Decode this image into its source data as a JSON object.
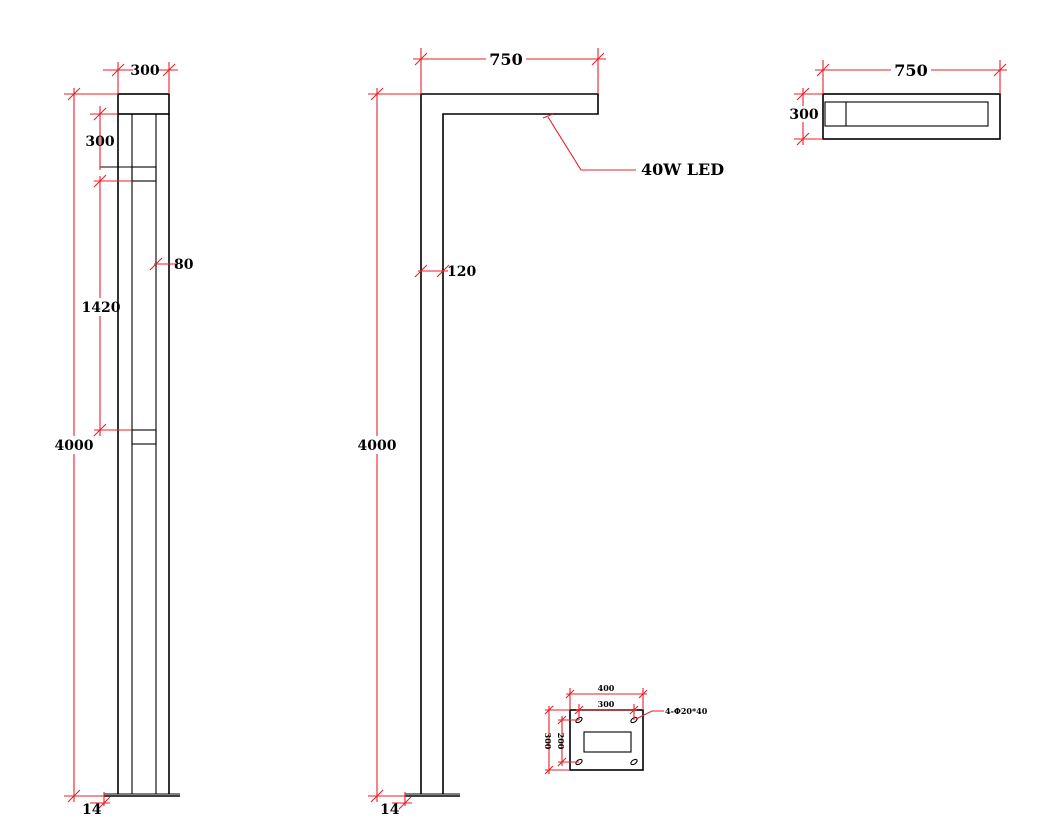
{
  "colors": {
    "outline": "#000000",
    "dimension": "#e8202a",
    "background": "#ffffff"
  },
  "front_view": {
    "dim_width": "300",
    "dim_top_gap": "300",
    "dim_tube": "80",
    "dim_panel": "1420",
    "dim_height": "4000",
    "dim_base": "14"
  },
  "side_view": {
    "dim_arm": "750",
    "led_callout": "40W LED",
    "dim_tube": "120",
    "dim_height": "4000",
    "dim_base": "14"
  },
  "top_view": {
    "dim_length": "750",
    "dim_width": "300"
  },
  "base_plate": {
    "dim_outer_width": "400",
    "dim_hole_pitch_x": "300",
    "dim_outer_height": "300",
    "dim_hole_pitch_y": "200",
    "hole_callout": "4-Φ20*40"
  }
}
